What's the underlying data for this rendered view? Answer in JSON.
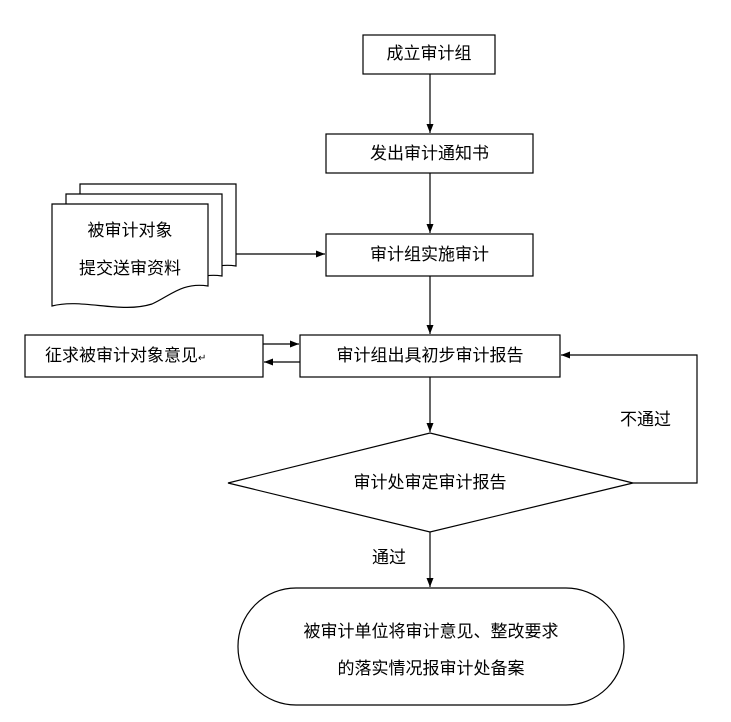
{
  "nodes": {
    "establish": "成立审计组",
    "notice": "发出审计通知书",
    "materials_line1": "被审计对象",
    "materials_line2": "提交送审资料",
    "implement": "审计组实施审计",
    "solicit": "征求被审计对象意见",
    "solicit_mark": "↵",
    "preliminary": "审计组出具初步审计报告",
    "review": "审计处审定审计报告",
    "final_line1": "被审计单位将审计意见、整改要求",
    "final_line2": "的落实情况报审计处备案"
  },
  "edges": {
    "fail": "不通过",
    "pass": "通过"
  }
}
